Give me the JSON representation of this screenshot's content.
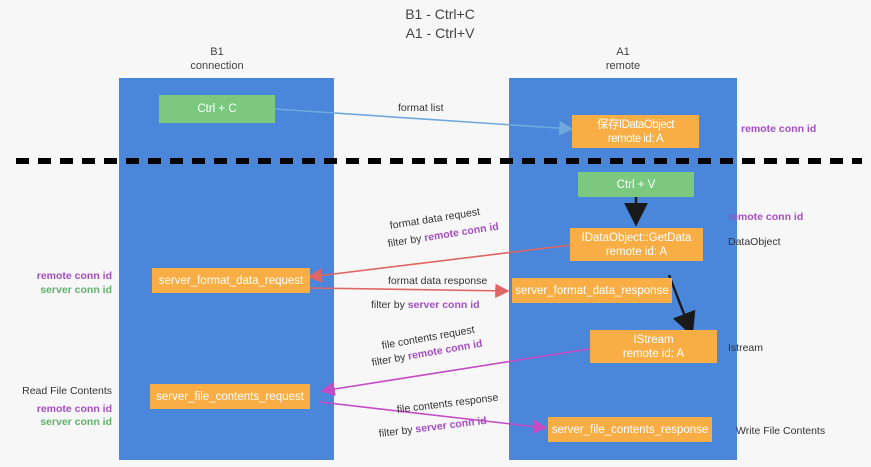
{
  "title": {
    "line1": "B1 - Ctrl+C",
    "line2": "A1 - Ctrl+V"
  },
  "columns": [
    {
      "name": "B1",
      "role": "connection"
    },
    {
      "name": "A1",
      "role": "remote"
    }
  ],
  "colors": {
    "lane": "#4a86d9",
    "orange_box": "#f9ae45",
    "green_box": "#7bc97f",
    "purple_text": "#a64dc4",
    "green_text": "#5fb36a",
    "arrow_blue": "#6fa8dc",
    "arrow_red": "#e06666",
    "arrow_magenta": "#c44bc4",
    "arrow_black": "#000000",
    "divider": "#000000",
    "background": "#f7f7f7"
  },
  "boxes": {
    "ctrl_c": {
      "label": "Ctrl + C"
    },
    "ctrl_v": {
      "label": "Ctrl + V"
    },
    "idataobject_remote": {
      "line1": "保存IDataObject",
      "line2": "remote id: A"
    },
    "idataobject_getdata": {
      "line1": "IDataObject::GetData",
      "line2": "remote id: A"
    },
    "istream": {
      "line1": "IStream",
      "line2": "remote id: A"
    },
    "server_format_data_request": {
      "label": "server_format_data_request"
    },
    "server_format_data_response": {
      "label": "server_format_data_response"
    },
    "server_file_contents_request": {
      "label": "server_file_contents_request"
    },
    "server_file_contents_response": {
      "label": "server_file_contents_response"
    }
  },
  "edge_labels": {
    "format_list": "format list",
    "format_data_request": "format data request",
    "format_data_request_filter_prefix": "filter by ",
    "format_data_request_filter_key": "remote conn id",
    "format_data_response": "format data response",
    "format_data_response_filter_prefix": "filter by ",
    "format_data_response_filter_key": "server conn id",
    "file_contents_request": "file contents request",
    "file_contents_request_filter_prefix": "filter by ",
    "file_contents_request_filter_key": "remote conn id",
    "file_contents_response": "file contents response",
    "file_contents_response_filter_prefix": "filter by ",
    "file_contents_response_filter_key": "server conn id"
  },
  "annotations": {
    "right_remote_conn_id_top": "remote conn id",
    "right_remote_conn_id_mid": "remote conn id",
    "right_dataobject": "DataObject",
    "right_istream": "Istream",
    "right_write_file_contents": "Write File Contents",
    "left_remote_conn_id": "remote conn id",
    "left_server_conn_id": "server conn id",
    "left_read_file_contents": "Read File Contents",
    "left_remote_conn_id_2": "remote conn id",
    "left_server_conn_id_2": "server conn id"
  }
}
